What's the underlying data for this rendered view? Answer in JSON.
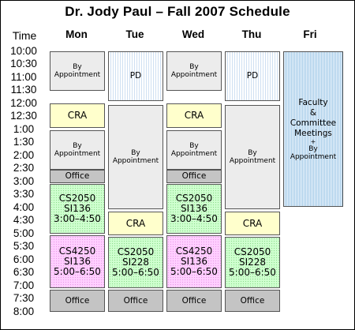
{
  "title": "Dr. Jody Paul – Fall 2007 Schedule",
  "time_header": "Time",
  "days": [
    "Mon",
    "Tue",
    "Wed",
    "Thu",
    "Fri"
  ],
  "times": [
    "10:00",
    "10:30",
    "11:00",
    "11:30",
    "12:00",
    "12:30",
    "1:00",
    "1:30",
    "2:00",
    "2:30",
    "3:00",
    "3:30",
    "4:00",
    "4:30",
    "5:00",
    "5:30",
    "6:00",
    "6:30",
    "7:00",
    "7:30",
    "8:00"
  ],
  "events": {
    "mon_appt_1": {
      "line1": "By",
      "line2": "Appointment"
    },
    "mon_cra": {
      "label": "CRA"
    },
    "mon_appt_2": {
      "line1": "By",
      "line2": "Appointment"
    },
    "mon_office_1": {
      "label": "Office"
    },
    "mon_cs2050": {
      "line1": "CS2050",
      "line2": "SI136",
      "line3": "3:00–4:50"
    },
    "mon_cs4250": {
      "line1": "CS4250",
      "line2": "SI136",
      "line3": "5:00–6:50"
    },
    "mon_office_2": {
      "label": "Office"
    },
    "tue_pd": {
      "label": "PD"
    },
    "tue_appt": {
      "line1": "By",
      "line2": "Appointment"
    },
    "tue_cra": {
      "label": "CRA"
    },
    "tue_cs2050": {
      "line1": "CS2050",
      "line2": "SI228",
      "line3": "5:00–6:50"
    },
    "tue_office": {
      "label": "Office"
    },
    "wed_appt_1": {
      "line1": "By",
      "line2": "Appointment"
    },
    "wed_cra": {
      "label": "CRA"
    },
    "wed_appt_2": {
      "line1": "By",
      "line2": "Appointment"
    },
    "wed_office_1": {
      "label": "Office"
    },
    "wed_cs2050": {
      "line1": "CS2050",
      "line2": "SI136",
      "line3": "3:00–4:50"
    },
    "wed_cs4250": {
      "line1": "CS4250",
      "line2": "SI136",
      "line3": "5:00–6:50"
    },
    "wed_office_2": {
      "label": "Office"
    },
    "thu_pd": {
      "label": "PD"
    },
    "thu_appt": {
      "line1": "By",
      "line2": "Appointment"
    },
    "thu_cra": {
      "label": "CRA"
    },
    "thu_cs2050": {
      "line1": "CS2050",
      "line2": "SI228",
      "line3": "5:00–6:50"
    },
    "thu_office": {
      "label": "Office"
    },
    "fri_faculty": {
      "line1": "Faculty",
      "line2": "&",
      "line3": "Committee",
      "line4": "Meetings",
      "line5": "+",
      "line6": "By",
      "line7": "Appointment"
    }
  }
}
